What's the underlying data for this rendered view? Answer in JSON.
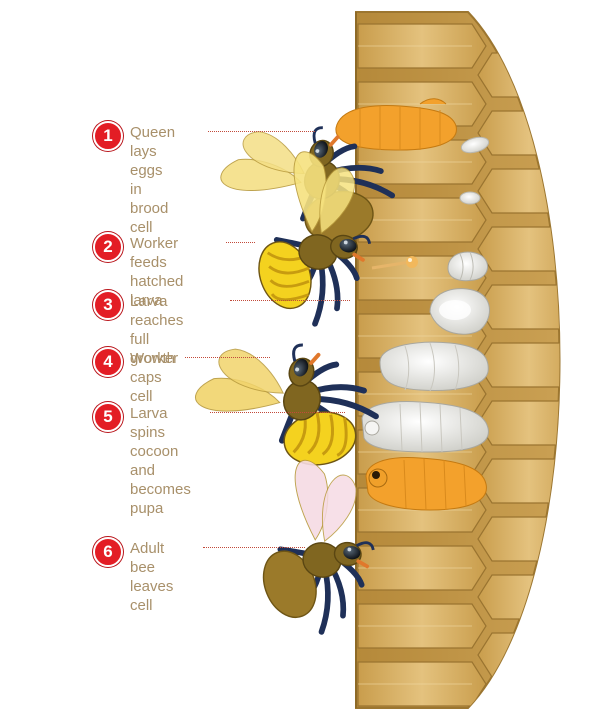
{
  "steps": [
    {
      "number": "1",
      "text": "Queen lays\neggs in\nbrood cell"
    },
    {
      "number": "2",
      "text": "Worker feeds\nhatched larva"
    },
    {
      "number": "3",
      "text": "Larva reaches\nfull growth"
    },
    {
      "number": "4",
      "text": "Worker\ncaps cell"
    },
    {
      "number": "5",
      "text": "Larva spins\ncocoon and\nbecomes pupa"
    },
    {
      "number": "6",
      "text": "Adult bee\nleaves cell"
    }
  ],
  "colors": {
    "badge": "#e31d25",
    "label_text": "#a8906a",
    "leader_line": "#c24a3a",
    "comb_light": "#d8b36a",
    "comb_dark": "#a87e2c",
    "bee_body": "#806620",
    "bee_yellow": "#f4d21f",
    "bee_legs": "#1f3058",
    "larva_orange": "#f3a12c",
    "larva_white": "#f1f1ef"
  }
}
